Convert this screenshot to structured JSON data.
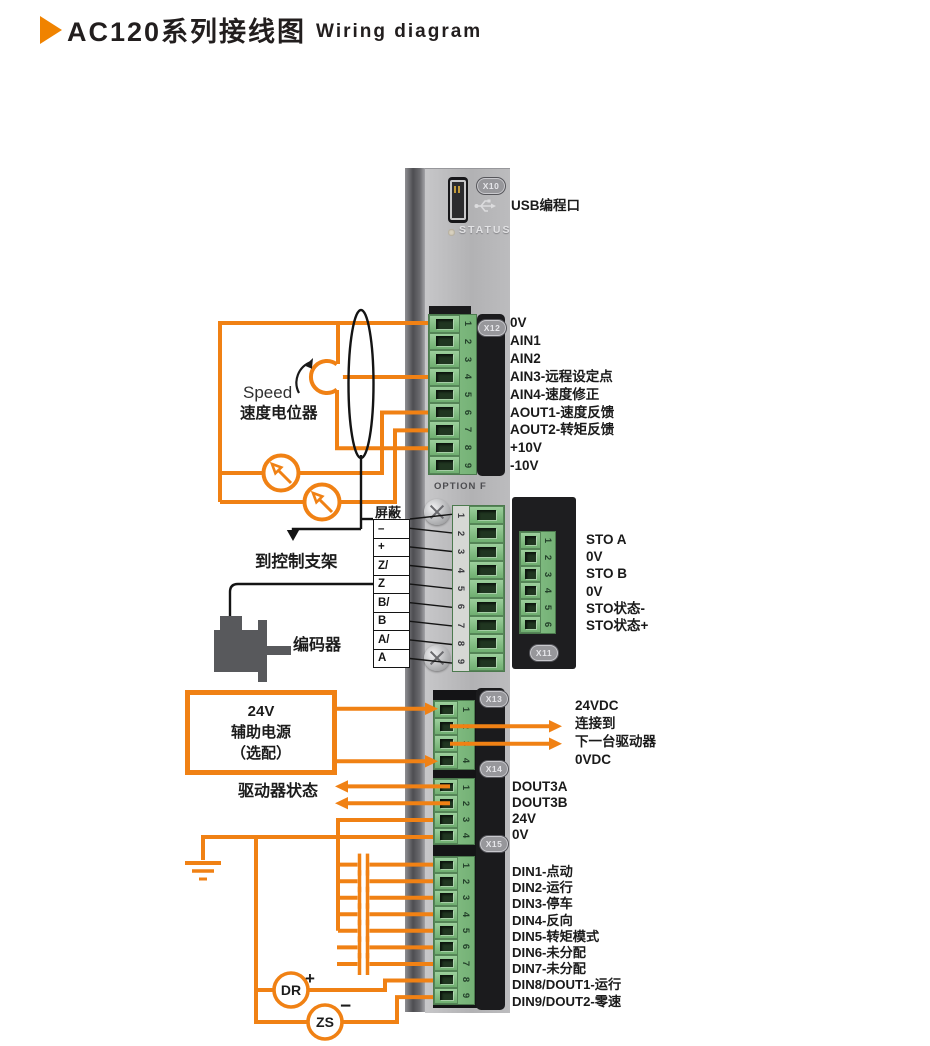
{
  "title": {
    "cn": "AC120系列接线图",
    "en": "Wiring diagram"
  },
  "colors": {
    "wire_orange": "#F08114",
    "title_accent": "#F08300",
    "terminal_green": "#7DBA7E",
    "panel_gray": "#B5B5B7",
    "housing_black": "#1B1B1D"
  },
  "panel": {
    "usb_port_label": "USB编程口",
    "status_label": "STATUS",
    "option_f_label": "OPTION F",
    "badges": {
      "x10": "X10",
      "x11": "X11",
      "x12": "X12",
      "x13": "X13",
      "x14": "X14",
      "x15": "X15"
    }
  },
  "x12": {
    "pins": [
      "1",
      "2",
      "3",
      "4",
      "5",
      "6",
      "7",
      "8",
      "9"
    ],
    "labels": [
      "0V",
      "AIN1",
      "AIN2",
      "AIN3-远程设定点",
      "AIN4-速度修正",
      "AOUT1-速度反馈",
      "AOUT2-转矩反馈",
      "+10V",
      "-10V"
    ]
  },
  "option_f": {
    "pins": [
      "1",
      "2",
      "3",
      "4",
      "5",
      "6",
      "7",
      "8",
      "9"
    ]
  },
  "x11": {
    "pins": [
      "1",
      "2",
      "3",
      "4",
      "5",
      "6"
    ],
    "labels": [
      "STO A",
      "0V",
      "STO B",
      "0V",
      "STO状态-",
      "STO状态+"
    ]
  },
  "x13": {
    "pins": [
      "1",
      "2",
      "3",
      "4"
    ],
    "labels": [
      "24VDC",
      "连接到",
      "下一台驱动器",
      "0VDC"
    ]
  },
  "x14": {
    "pins": [
      "1",
      "2",
      "3",
      "4"
    ],
    "labels": [
      "DOUT3A",
      "DOUT3B",
      "24V",
      "0V"
    ]
  },
  "x15": {
    "pins": [
      "1",
      "2",
      "3",
      "4",
      "5",
      "6",
      "7",
      "8",
      "9"
    ],
    "labels": [
      "DIN1-点动",
      "DIN2-运行",
      "DIN3-停车",
      "DIN4-反向",
      "DIN5-转矩模式",
      "DIN6-未分配",
      "DIN7-未分配",
      "DIN8/DOUT1-运行",
      "DIN9/DOUT2-零速"
    ]
  },
  "left_diagram": {
    "speed_en": "Speed",
    "speed_cn": "速度电位器",
    "shield_label": "屏蔽",
    "to_control_bracket": "到控制支架",
    "encoder_label": "编码器",
    "encoder_rows": [
      "–",
      "+",
      "Z/",
      "Z",
      "B/",
      "B",
      "A/",
      "A"
    ],
    "aux_power_lines": [
      "24V",
      "辅助电源",
      "（选配）"
    ],
    "drive_status": "驱动器状态",
    "dr": "DR",
    "zs": "ZS",
    "dr_polarity": "+",
    "zs_polarity": "−"
  }
}
